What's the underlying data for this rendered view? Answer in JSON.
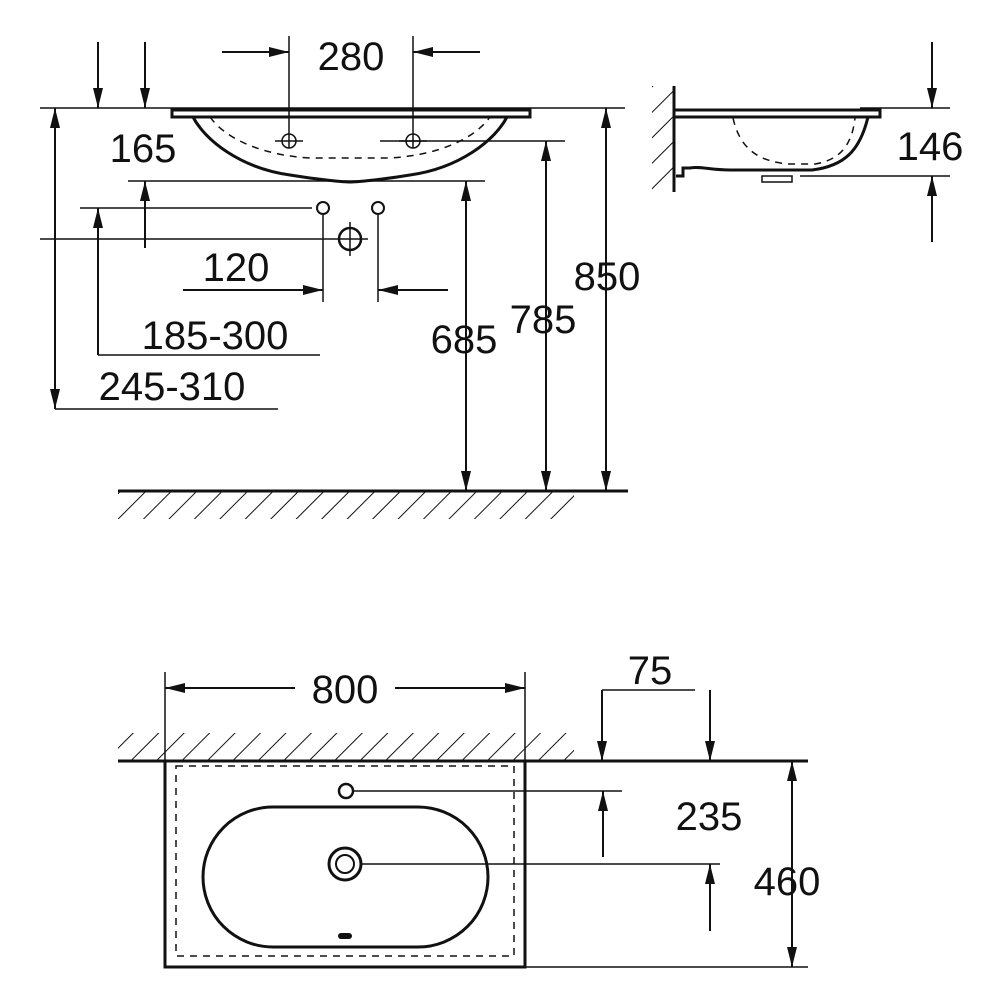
{
  "front_view": {
    "dim_tap_spacing": "280",
    "dim_rim_to_tap": "165",
    "dim_waste_offset": "120",
    "dim_trap_range": "185-300",
    "dim_supply_range": "245-310",
    "dim_trap_height": "685",
    "dim_bowl_height": "785",
    "dim_rim_height": "850"
  },
  "side_view": {
    "dim_depth": "146"
  },
  "top_view": {
    "dim_width": "800",
    "dim_wall_gap": "75",
    "dim_waste_from_wall": "235",
    "dim_depth": "460"
  }
}
